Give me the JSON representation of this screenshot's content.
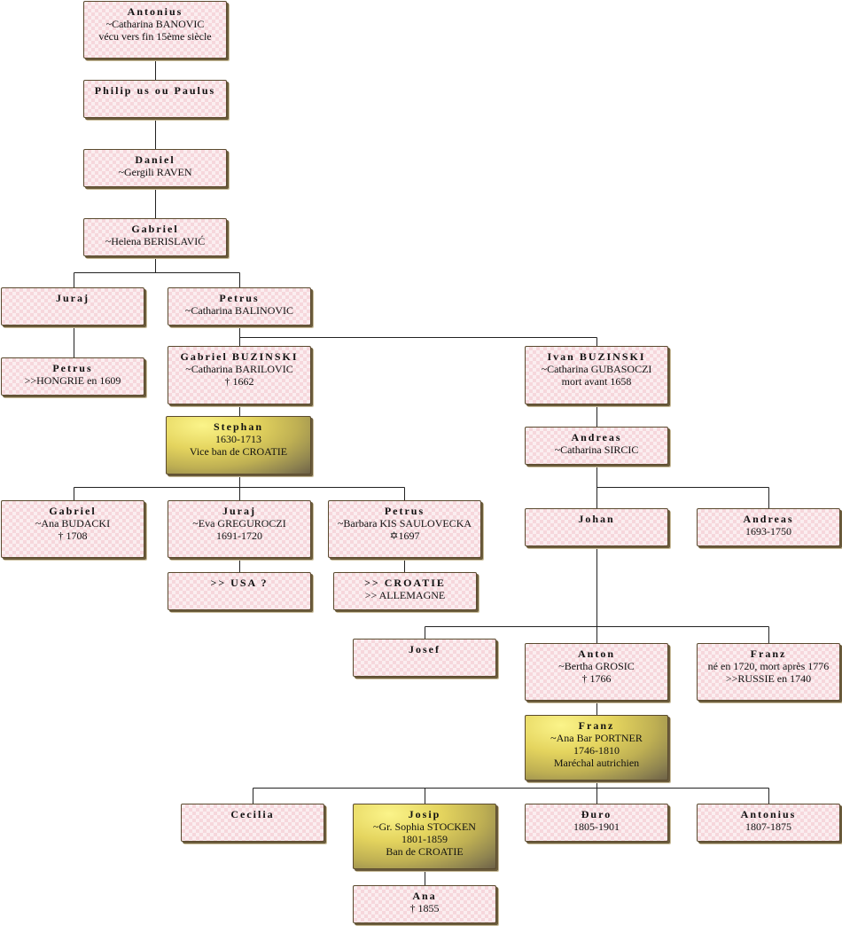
{
  "nodes": [
    {
      "id": "antonius",
      "lines": [
        "Antonius",
        "~Catharina BANOVIC",
        "vécu vers fin 15ème siècle"
      ]
    },
    {
      "id": "philipus",
      "lines": [
        "Philip us ou Paulus"
      ]
    },
    {
      "id": "daniel",
      "lines": [
        "Daniel",
        "~Gergili RAVEN"
      ]
    },
    {
      "id": "gabriel-1",
      "lines": [
        "Gabriel",
        "~Helena BERISLAVIĆ"
      ]
    },
    {
      "id": "juraj-1",
      "lines": [
        "Juraj"
      ]
    },
    {
      "id": "petrus-1",
      "lines": [
        "Petrus",
        "~Catharina BALINOVIC"
      ]
    },
    {
      "id": "petrus-hongrie",
      "lines": [
        "Petrus",
        ">>HONGRIE en 1609"
      ]
    },
    {
      "id": "gabriel-buzinski",
      "lines": [
        "Gabriel  BUZINSKI",
        "~Catharina BARILOVIC",
        "† 1662"
      ]
    },
    {
      "id": "ivan-buzinski",
      "lines": [
        "Ivan BUZINSKI",
        "~Catharina GUBASOCZI",
        "mort avant 1658"
      ]
    },
    {
      "id": "stephan",
      "lines": [
        "Stephan",
        "1630-1713",
        "Vice ban de CROATIE"
      ],
      "highlight": true
    },
    {
      "id": "andreas-1",
      "lines": [
        "Andreas",
        "~Catharina SIRCIC"
      ]
    },
    {
      "id": "gabriel-2",
      "lines": [
        "Gabriel",
        "~Ana BUDACKI",
        "† 1708"
      ]
    },
    {
      "id": "juraj-2",
      "lines": [
        "Juraj",
        "~Eva GREGUROCZI",
        "1691-1720"
      ]
    },
    {
      "id": "petrus-2",
      "lines": [
        "Petrus",
        "~Barbara KIS SAULOVECKA",
        "✡1697"
      ]
    },
    {
      "id": "usa",
      "lines": [
        ">> USA ?"
      ]
    },
    {
      "id": "croatie-allemagne",
      "lines": [
        ">> CROATIE",
        ">> ALLEMAGNE"
      ]
    },
    {
      "id": "johan",
      "lines": [
        "Johan"
      ]
    },
    {
      "id": "andreas-2",
      "lines": [
        "Andreas",
        "1693-1750"
      ]
    },
    {
      "id": "josef",
      "lines": [
        "Josef"
      ]
    },
    {
      "id": "anton",
      "lines": [
        "Anton",
        "~Bertha GROSIC",
        "† 1766"
      ]
    },
    {
      "id": "franz-1",
      "lines": [
        "Franz",
        "né en 1720, mort après 1776",
        ">>RUSSIE en 1740"
      ]
    },
    {
      "id": "franz-2",
      "lines": [
        "Franz",
        "~Ana Bar PORTNER",
        "1746-1810",
        "Maréchal autrichien"
      ],
      "highlight": true
    },
    {
      "id": "cecilia",
      "lines": [
        "Cecilia"
      ]
    },
    {
      "id": "josip",
      "lines": [
        "Josip",
        "~Gr. Sophia STOCKEN",
        "1801-1859",
        "Ban de CROATIE"
      ],
      "highlight": true
    },
    {
      "id": "duro",
      "lines": [
        "Đuro",
        "1805-1901"
      ]
    },
    {
      "id": "antonius-2",
      "lines": [
        "Antonius",
        "1807-1875"
      ]
    },
    {
      "id": "ana",
      "lines": [
        "Ana",
        "† 1855"
      ]
    }
  ]
}
